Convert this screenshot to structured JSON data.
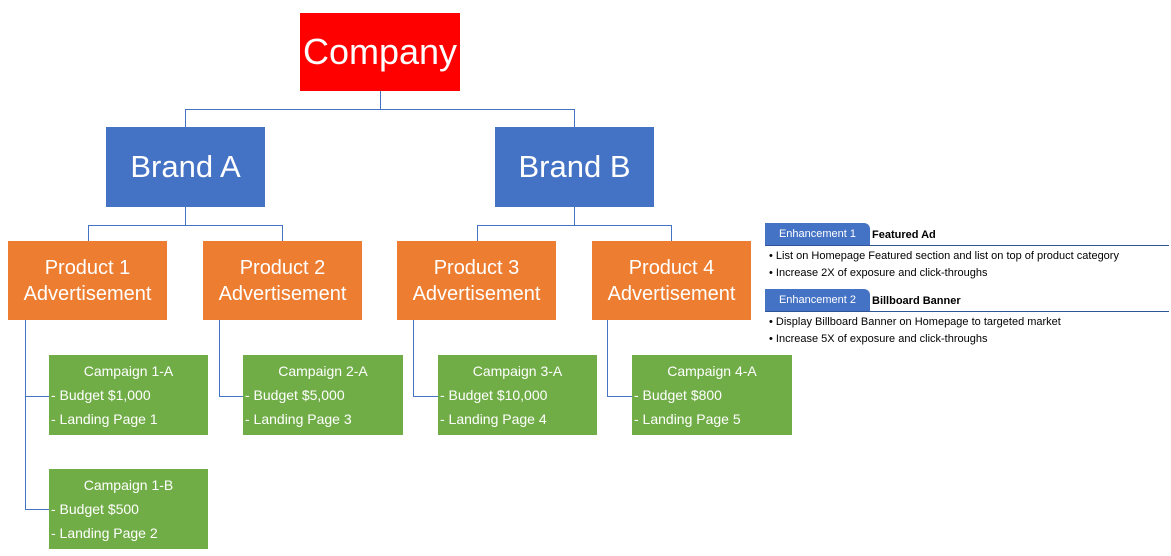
{
  "company": {
    "label": "Company",
    "color": "#ff0000"
  },
  "brands": [
    {
      "label": "Brand A",
      "color": "#4472c4"
    },
    {
      "label": "Brand B",
      "color": "#4472c4"
    }
  ],
  "products": [
    {
      "line1": "Product 1",
      "line2": "Advertisement"
    },
    {
      "line1": "Product 2",
      "line2": "Advertisement"
    },
    {
      "line1": "Product 3",
      "line2": "Advertisement"
    },
    {
      "line1": "Product 4",
      "line2": "Advertisement"
    }
  ],
  "campaigns": [
    {
      "title": "Campaign 1-A",
      "budget": "- Budget $1,000",
      "landing": "- Landing Page 1"
    },
    {
      "title": "Campaign 1-B",
      "budget": "- Budget $500",
      "landing": "- Landing Page 2"
    },
    {
      "title": "Campaign 2-A",
      "budget": "- Budget $5,000",
      "landing": "- Landing Page 3"
    },
    {
      "title": "Campaign 3-A",
      "budget": "- Budget $10,000",
      "landing": "- Landing Page 4"
    },
    {
      "title": "Campaign 4-A",
      "budget": "- Budget $800",
      "landing": "- Landing Page 5"
    }
  ],
  "enhancements": [
    {
      "tab": "Enhancement 1",
      "title": "Featured Ad",
      "bullets": [
        "List on Homepage Featured section and list on top of product category",
        "Increase 2X of exposure and click-throughs"
      ]
    },
    {
      "tab": "Enhancement 2",
      "title": "Billboard Banner",
      "bullets": [
        "Display Billboard Banner on Homepage to targeted market",
        "Increase 5X of exposure and click-throughs"
      ]
    }
  ],
  "colors": {
    "company": "#ff0000",
    "brand": "#4472c4",
    "product": "#ed7d31",
    "campaign": "#70ad47",
    "connector": "#4472c4"
  }
}
